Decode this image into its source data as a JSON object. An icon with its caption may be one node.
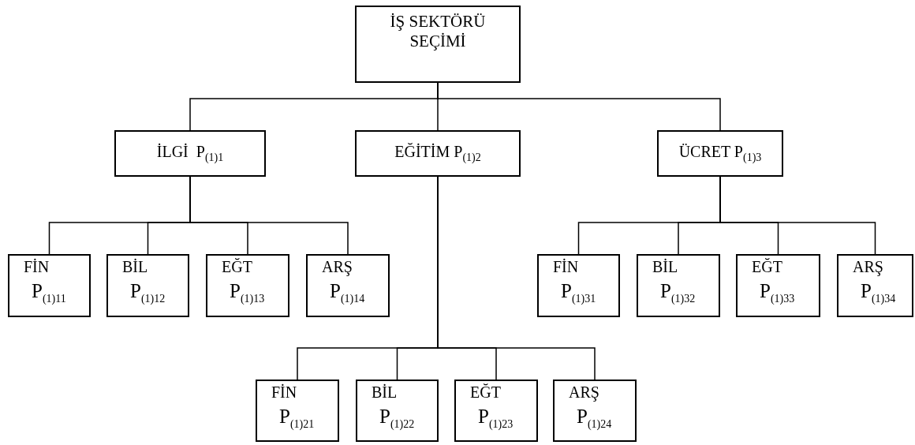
{
  "diagram": {
    "nodes": [
      {
        "text": [
          "İŞ SEKTÖRÜ SEÇİMİ"
        ]
      },
      {
        "text": [
          "İLGİ  P$_{(1)1}$"
        ]
      },
      {
        "text": [
          "EĞİTİM P$_{(1)2}$"
        ]
      },
      {
        "text": [
          "ÜCRET P$_{(1)3}$"
        ]
      },
      {
        "text": [
          "FİN",
          "P$_{(1)11}$"
        ]
      },
      {
        "text": [
          "BİL",
          "P$_{(1)12}$"
        ]
      },
      {
        "text": [
          "EĞT",
          "P$_{(1)13}$"
        ]
      },
      {
        "text": [
          "ARŞ",
          "P$_{(1)14}$"
        ]
      },
      {
        "text": [
          "FİN",
          "P$_{(1)31}$"
        ]
      },
      {
        "text": [
          "BİL",
          "P$_{(1)32}$"
        ]
      },
      {
        "text": [
          "EĞT",
          "P$_{(1)33}$"
        ]
      },
      {
        "text": [
          "ARŞ",
          "P$_{(1)34}$"
        ]
      },
      {
        "text": [
          "FİN",
          "P$_{(1)21}$"
        ]
      },
      {
        "text": [
          "BİL",
          "P$_{(1)22}$"
        ]
      },
      {
        "text": [
          "EĞT",
          "P$_{(1)23}$"
        ]
      },
      {
        "text": [
          "ARŞ",
          "P$_{(1)24}$"
        ]
      }
    ],
    "edges": [
      {
        "from": 0,
        "to": 1,
        "arrow": "none"
      },
      {
        "from": 0,
        "to": 2,
        "arrow": "none"
      },
      {
        "from": 0,
        "to": 3,
        "arrow": "none"
      },
      {
        "from": 1,
        "to": 4,
        "arrow": "none"
      },
      {
        "from": 1,
        "to": 5,
        "arrow": "none"
      },
      {
        "from": 1,
        "to": 6,
        "arrow": "none"
      },
      {
        "from": 1,
        "to": 7,
        "arrow": "none"
      },
      {
        "from": 3,
        "to": 8,
        "arrow": "none"
      },
      {
        "from": 3,
        "to": 9,
        "arrow": "none"
      },
      {
        "from": 3,
        "to": 10,
        "arrow": "none"
      },
      {
        "from": 3,
        "to": 11,
        "arrow": "none"
      },
      {
        "from": 2,
        "to": 12,
        "arrow": "none"
      },
      {
        "from": 2,
        "to": 13,
        "arrow": "none"
      },
      {
        "from": 2,
        "to": 14,
        "arrow": "none"
      },
      {
        "from": 2,
        "to": 15,
        "arrow": "none"
      }
    ]
  }
}
